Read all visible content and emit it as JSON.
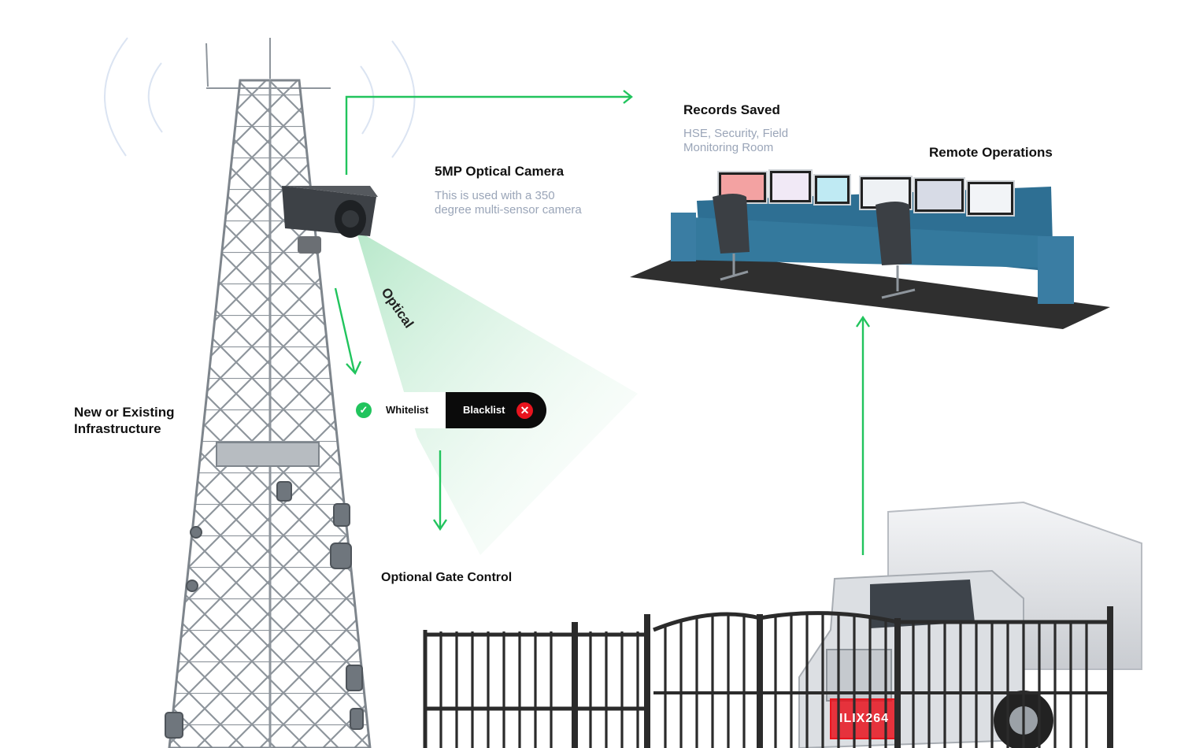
{
  "labels": {
    "camera_title": "5MP Optical Camera",
    "camera_sub_1": "This is used with a 350",
    "camera_sub_2": "degree multi-sensor camera",
    "records_title": "Records Saved",
    "records_sub_1": "HSE, Security, Field",
    "records_sub_2": "Monitoring Room",
    "remote_title": "Remote Operations",
    "infra_1": "New or Existing",
    "infra_2": "Infrastructure",
    "optical": "Optical",
    "whitelist": "Whitelist",
    "blacklist": "Blacklist",
    "gate": "Optional Gate Control",
    "plate": "ILIX264"
  },
  "colors": {
    "arrow": "#21c45d",
    "beam": "#bfead0",
    "desk": "#2e6f93",
    "steel": "#9aa0a6",
    "fence": "#2b2b2b",
    "plate": "#e8141e"
  },
  "icons": {
    "check": "check-circle-icon",
    "x": "x-circle-icon"
  }
}
